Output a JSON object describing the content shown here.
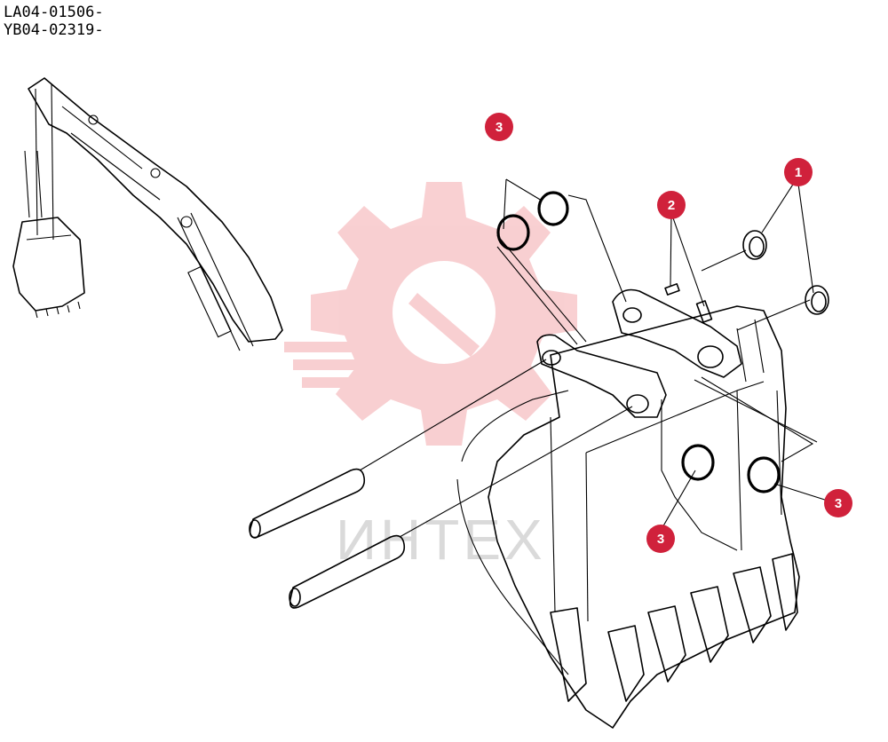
{
  "header": {
    "serial_lines": [
      "LA04-01506-",
      "YB04-02319-"
    ]
  },
  "watermark": {
    "text": "ИНТЕХ",
    "color": "#f2b8bb"
  },
  "callouts": [
    {
      "id": "callout-3-top",
      "label": "3"
    },
    {
      "id": "callout-2",
      "label": "2"
    },
    {
      "id": "callout-1",
      "label": "1"
    },
    {
      "id": "callout-3-right",
      "label": "3"
    },
    {
      "id": "callout-3-bottom",
      "label": "3"
    }
  ],
  "colors": {
    "callout": "#d0213b",
    "line": "#000000"
  }
}
